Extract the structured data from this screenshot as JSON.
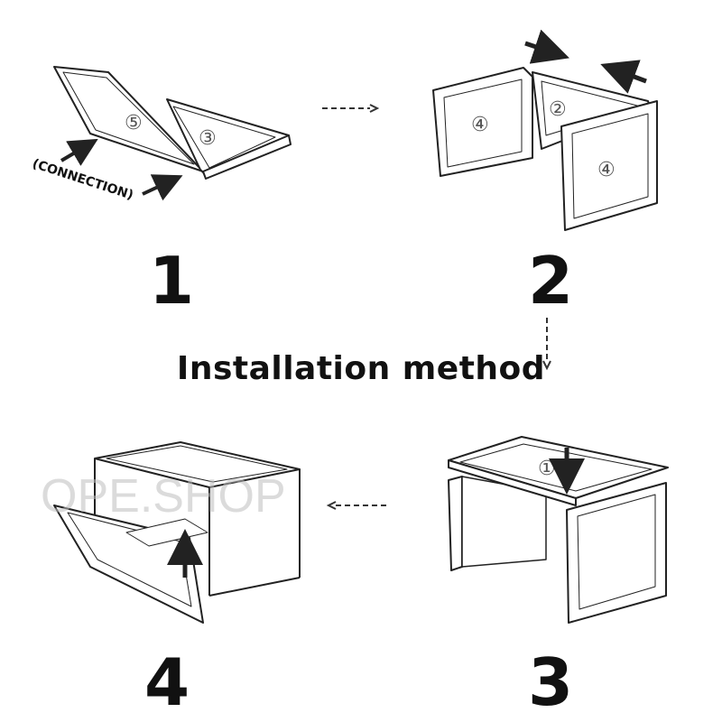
{
  "title": "Installation method",
  "watermark": "OPE.SHOP",
  "steps": [
    {
      "number": "1",
      "labels": [
        "⑤",
        "③"
      ],
      "annotation": "(CONNECTION)"
    },
    {
      "number": "2",
      "labels": [
        "④",
        "②",
        "④"
      ]
    },
    {
      "number": "3",
      "labels": [
        "①"
      ]
    },
    {
      "number": "4",
      "labels": []
    }
  ],
  "colors": {
    "line": "#222222",
    "panel": "#ffffff",
    "watermark": "#bebebe"
  }
}
